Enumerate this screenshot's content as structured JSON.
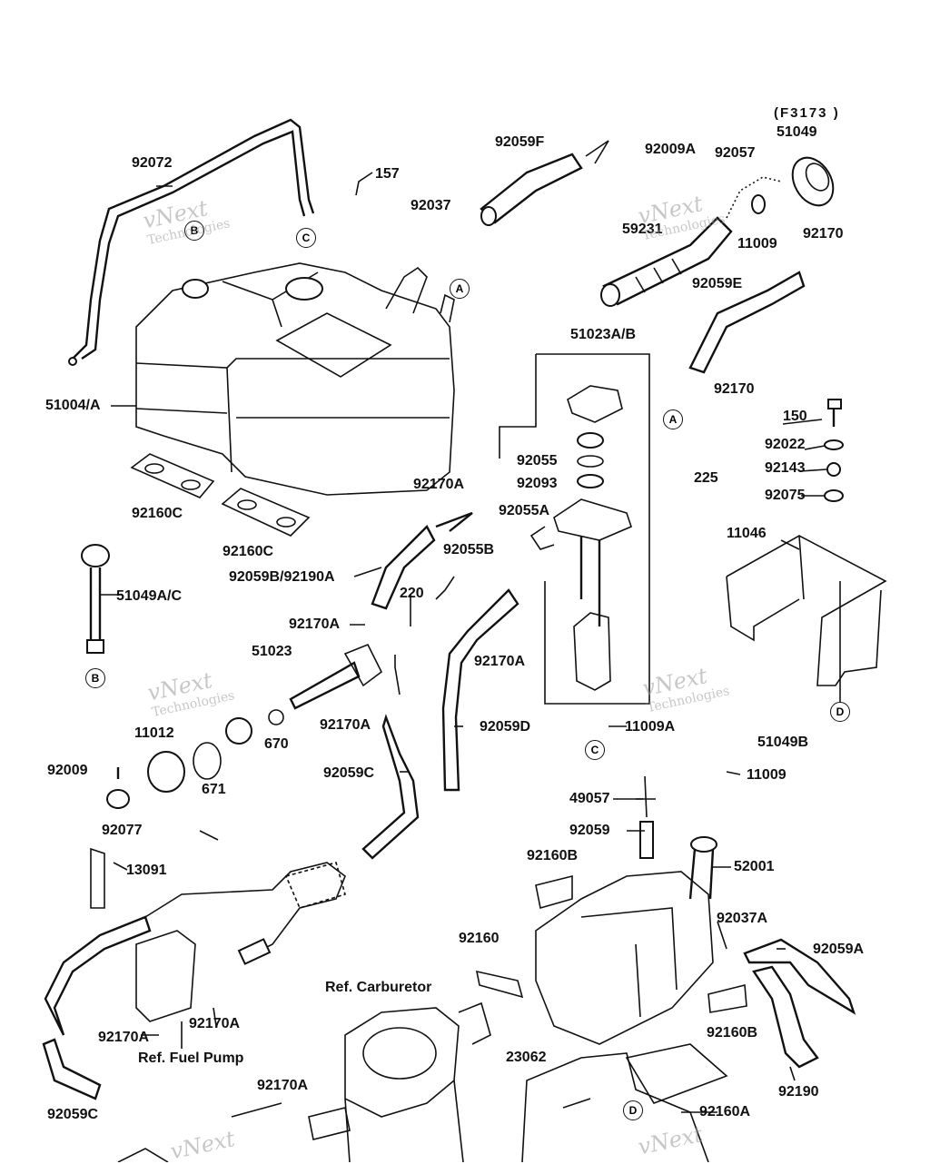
{
  "fig_code": "(F3173  )",
  "ref_labels": {
    "carburetor": "Ref. Carburetor",
    "fuel_pump": "Ref. Fuel Pump"
  },
  "watermark": {
    "line1": "vNext",
    "line2": "Technologies"
  },
  "callouts": [
    "A",
    "B",
    "C",
    "D"
  ],
  "parts": [
    "92072",
    "157",
    "92037",
    "92059F",
    "92009A",
    "92057",
    "51049",
    "59231",
    "11009",
    "92170",
    "92059E",
    "51023A/B",
    "92170",
    "51004/A",
    "92160C",
    "92160C",
    "150",
    "92022",
    "92143",
    "92075",
    "11046",
    "92055",
    "92093",
    "225",
    "92170A",
    "92055A",
    "92055B",
    "92059B/92190A",
    "51049A/C",
    "220",
    "92170A",
    "51023",
    "92170A",
    "92170A",
    "670",
    "92059D",
    "11009A",
    "51049B",
    "11012",
    "671",
    "92009",
    "92059C",
    "11009",
    "92077",
    "49057",
    "92059",
    "13091",
    "92160B",
    "52001",
    "92037A",
    "92059A",
    "92160",
    "92160B",
    "92170A",
    "92170A",
    "92190",
    "92170A",
    "23062",
    "92160A",
    "92059C"
  ]
}
